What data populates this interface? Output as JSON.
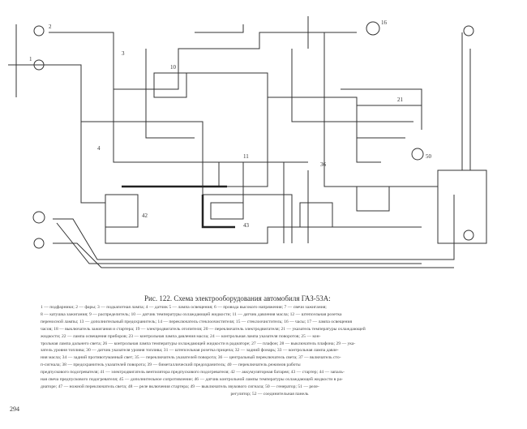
{
  "figure": {
    "title": "Рис. 122. Схема электрооборудования автомобиля ГАЗ-53А:",
    "legend_lines": [
      "1 — подфарники; 2 — фары; 3 — подкапотная лампа; 4 — датчик 5 — лампа освещения; 6 — провода высокого напряжения; 7 — свечи зажигания;",
      "8 — катушка зажигания; 9 — распределитель; 10 — датчик температуры охлаждающей жидкости; 11 — датчик давления масла; 12 — штепсельная розетка",
      "переносной лампы; 13 — дополнительный предохранитель; 14 — переключатель стеклоочистителя; 15 — стеклоочиститель; 16 — часы; 17 — лампа освещения",
      "часов; 18 — выключатель зажигания и стартера; 19 — электродвигатель отопителя; 20 — переключатель электродвигателя; 21 — указатель температуры охлаждающей",
      "жидкости; 22 — лампа освещения приборов; 23 — контрольная лампа давления масла; 24 — контрольная лампа указателя поворотов; 25 — кон-",
      "трольная лампа дальнего света; 26 — контрольная лампа температуры охлаждающей жидкости в радиаторе; 27 — плафон; 28 — выключатель плафона; 29 — ука-",
      "затель уровня топлива; 30 — датчик указателя уровня топлива; 31 — штепсельная розетка прицепа; 32 — задний фонарь; 33 — контрольная лампа давле-",
      "ния масла; 34 — задний противотуманный свет; 35 — переключатель указателей поворота; 36 — центральный переключатель света; 37 — включатель сто-",
      "п-сигнала; 38 — предохранитель указателей поворота; 39 — биметаллический предохранитель; 40 — переключатель режимов работы",
      "предпускового подогревателя; 41 — электродвигатель вентилятора предпускового подогревателя; 42 — аккумуляторная батарея; 43 — стартер; 44 — запаль-",
      "ная свеча предпускового подогревателя; 45 — дополнительное сопротивление; 46 — датчик контрольной лампы температуры охлаждающей жидкости в ра-",
      "диаторе; 47 — ножной переключатель света; 48 — реле включения стартера; 49 — выключатель звукового сигнала; 50 — генератор; 51 — реле-",
      "регулятор; 52 — соединительная панель"
    ],
    "labels": [
      "1",
      "2",
      "3",
      "4",
      "10",
      "11",
      "16",
      "21",
      "36",
      "42",
      "43",
      "50"
    ]
  },
  "page_number": "294"
}
